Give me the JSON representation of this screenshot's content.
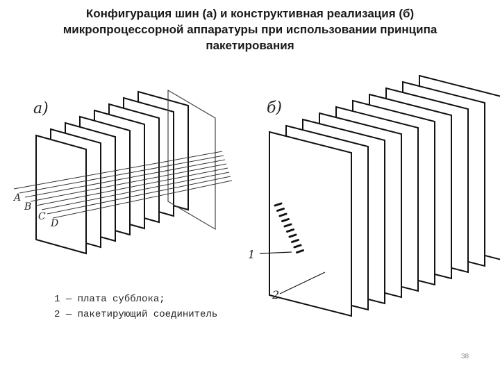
{
  "slide": {
    "title_lines": [
      "Конфигурация шин (а) и конструктивная реализация (б)",
      "микропроцессорной аппаратуры при использовании принципа",
      "пакетирования"
    ],
    "page_number": "38"
  },
  "figure_a": {
    "label": "а)",
    "bus_labels": [
      "A",
      "B",
      "C",
      "D"
    ]
  },
  "figure_b": {
    "label": "б)",
    "callout_1": "1",
    "callout_2": "2"
  },
  "legend": [
    {
      "num": "1",
      "dash": "—",
      "text": "плата субблока;"
    },
    {
      "num": "2",
      "dash": "—",
      "text": "пакетирующий соединитель"
    }
  ]
}
